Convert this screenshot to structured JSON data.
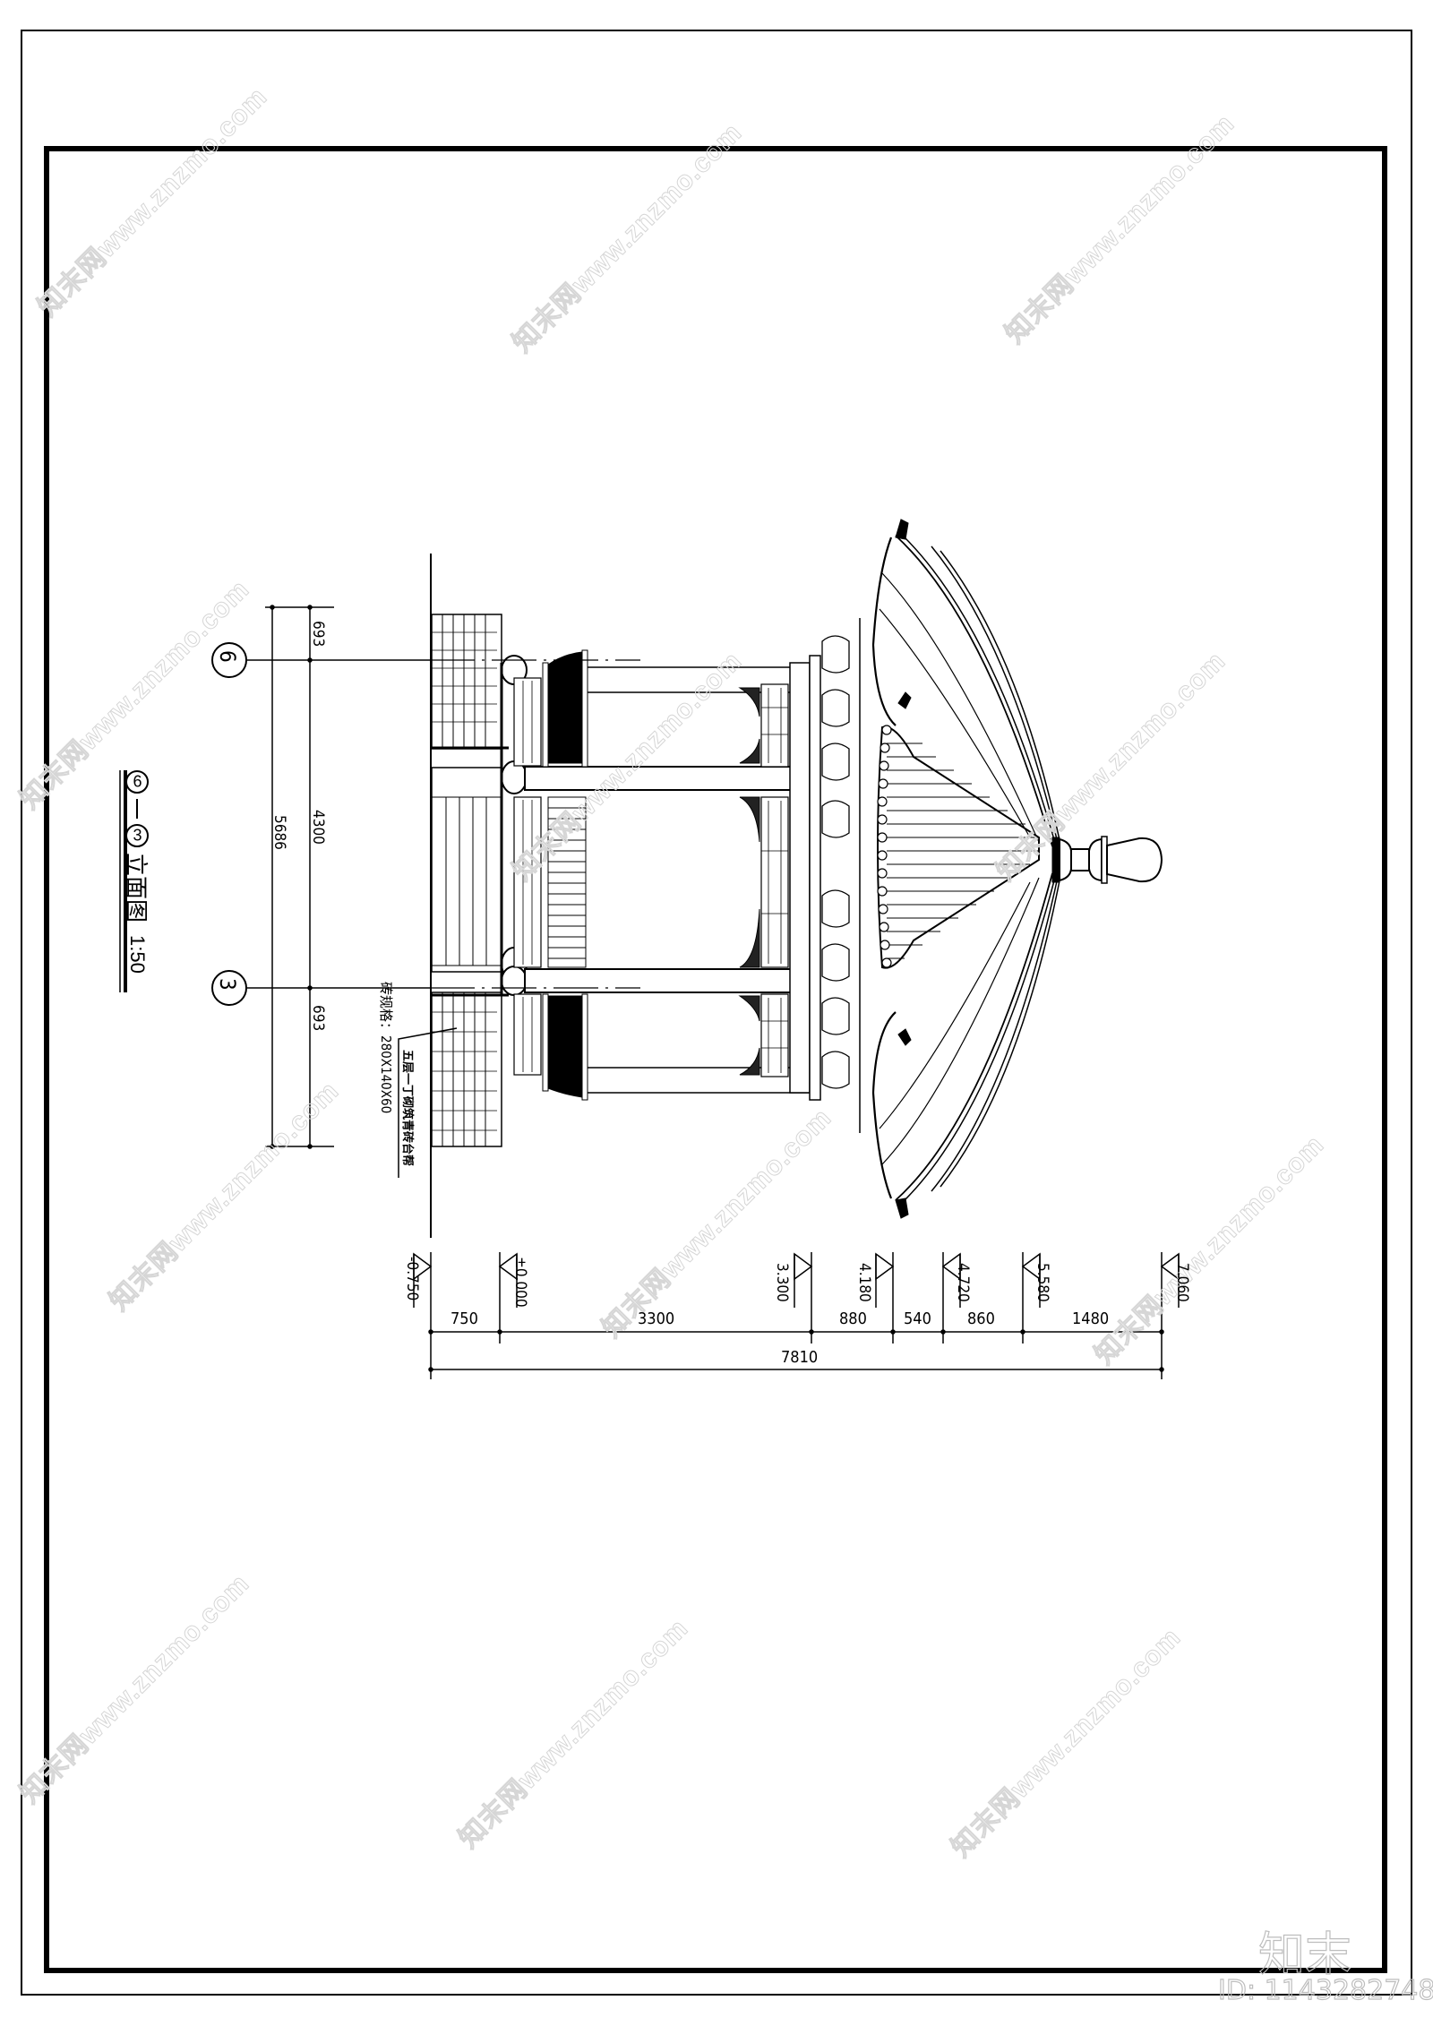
{
  "drawing": {
    "title_prefix_axis_from": "6",
    "title_prefix_axis_to": "3",
    "title_text": "立面图",
    "title_scale": "1:50",
    "frame": {
      "outer_stroke": "#000000",
      "background": "#ffffff"
    }
  },
  "axes": [
    {
      "id": "6",
      "label": "6"
    },
    {
      "id": "3",
      "label": "3"
    }
  ],
  "vertical_dimensions": {
    "overall": "5686",
    "segments": [
      "693",
      "4300",
      "693"
    ]
  },
  "annotation": {
    "line1": "五层一丁砌筑青砖台帮",
    "line2": "砖规格：280X140X60"
  },
  "elevation_marks": [
    "-0.750",
    "±0.000",
    "3.300",
    "4.180",
    "4.720",
    "5.580",
    "7.060"
  ],
  "horizontal_dimensions": {
    "segments": [
      "750",
      "3300",
      "880",
      "540",
      "860",
      "1480"
    ],
    "overall": "7810"
  },
  "watermark": {
    "text": "知末网www.znzmo.com",
    "brand": "知末",
    "id_label": "ID: 1143282748"
  }
}
